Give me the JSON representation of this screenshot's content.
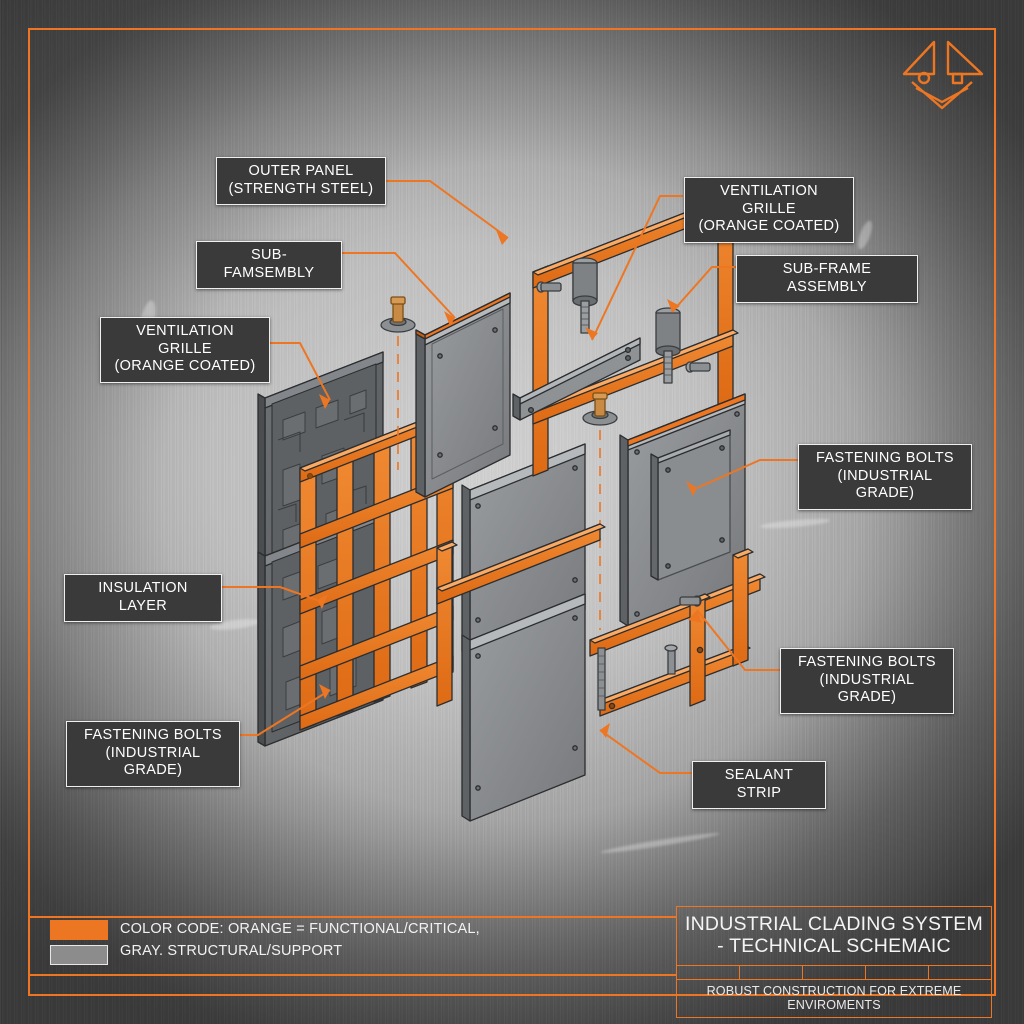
{
  "diagram": {
    "title_block": {
      "title": "INDUSTRIAL CLADING SYSTEM\n- TECHNICAL SCHEMAIC",
      "subtitle": "ROBUST CONSTRUCTION FOR EXTREME ENVIROMENTS"
    },
    "legend": {
      "line1": "COLOR CODE: ORANGE = FUNCTIONAL/CRITICAL,",
      "line2": "GRAY. STRUCTURAL/SUPPORT",
      "swatch_orange": "#ED7623",
      "swatch_gray": "#8c8c8c"
    },
    "colors": {
      "accent": "#ED7623",
      "panel_gray": "#8a8d90",
      "dark_gray": "#3a3a3a",
      "background": "#bdbdbd"
    },
    "callouts": [
      {
        "id": "outer-panel",
        "text": "OUTER PANEL\n(STRENGTH STEEL)"
      },
      {
        "id": "sub-famsembly",
        "text": "SUB-FAMSEMBLY"
      },
      {
        "id": "vent-grille-left",
        "text": "VENTILATION GRILLE\n(ORANGE COATED)"
      },
      {
        "id": "vent-grille-right",
        "text": "VENTILATION GRILLE\n(ORANGE COATED)"
      },
      {
        "id": "sub-frame",
        "text": "SUB-FRAME ASSEMBLY"
      },
      {
        "id": "bolts-right-top",
        "text": "FASTENING BOLTS\n(INDUSTRIAL GRADE)"
      },
      {
        "id": "bolts-right-bot",
        "text": "FASTENING BOLTS\n(INDUSTRIAL GRADE)"
      },
      {
        "id": "insulation",
        "text": "INSULATION LAYER"
      },
      {
        "id": "bolts-left",
        "text": "FASTENING BOLTS\n(INDUSTRIAL GRADE)"
      },
      {
        "id": "sealant",
        "text": "SEALANT STRIP"
      }
    ]
  }
}
